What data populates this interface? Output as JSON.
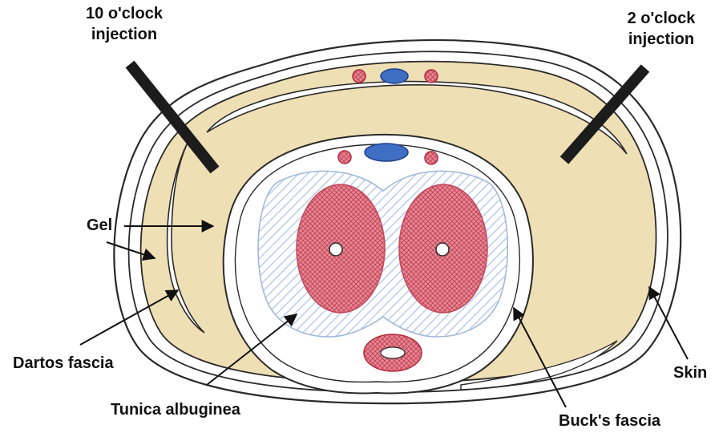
{
  "labels": {
    "injection_10": [
      "10 o'clock",
      "injection"
    ],
    "injection_2": [
      "2 o'clock",
      "injection"
    ],
    "gel": "Gel",
    "dartos_fascia": "Dartos fascia",
    "tunica_albuginea": "Tunica albuginea",
    "bucks_fascia": "Buck's fascia",
    "skin": "Skin"
  },
  "colors": {
    "gel_fill": "#efdfb4",
    "outline": "#2a2a2a",
    "artery_red": "#e0475a",
    "vein_blue": "#3e6fc4",
    "corpus_red": "#d9707e",
    "albuginea_hatch": "#b9cdea",
    "needle": "#1c1c1c"
  }
}
